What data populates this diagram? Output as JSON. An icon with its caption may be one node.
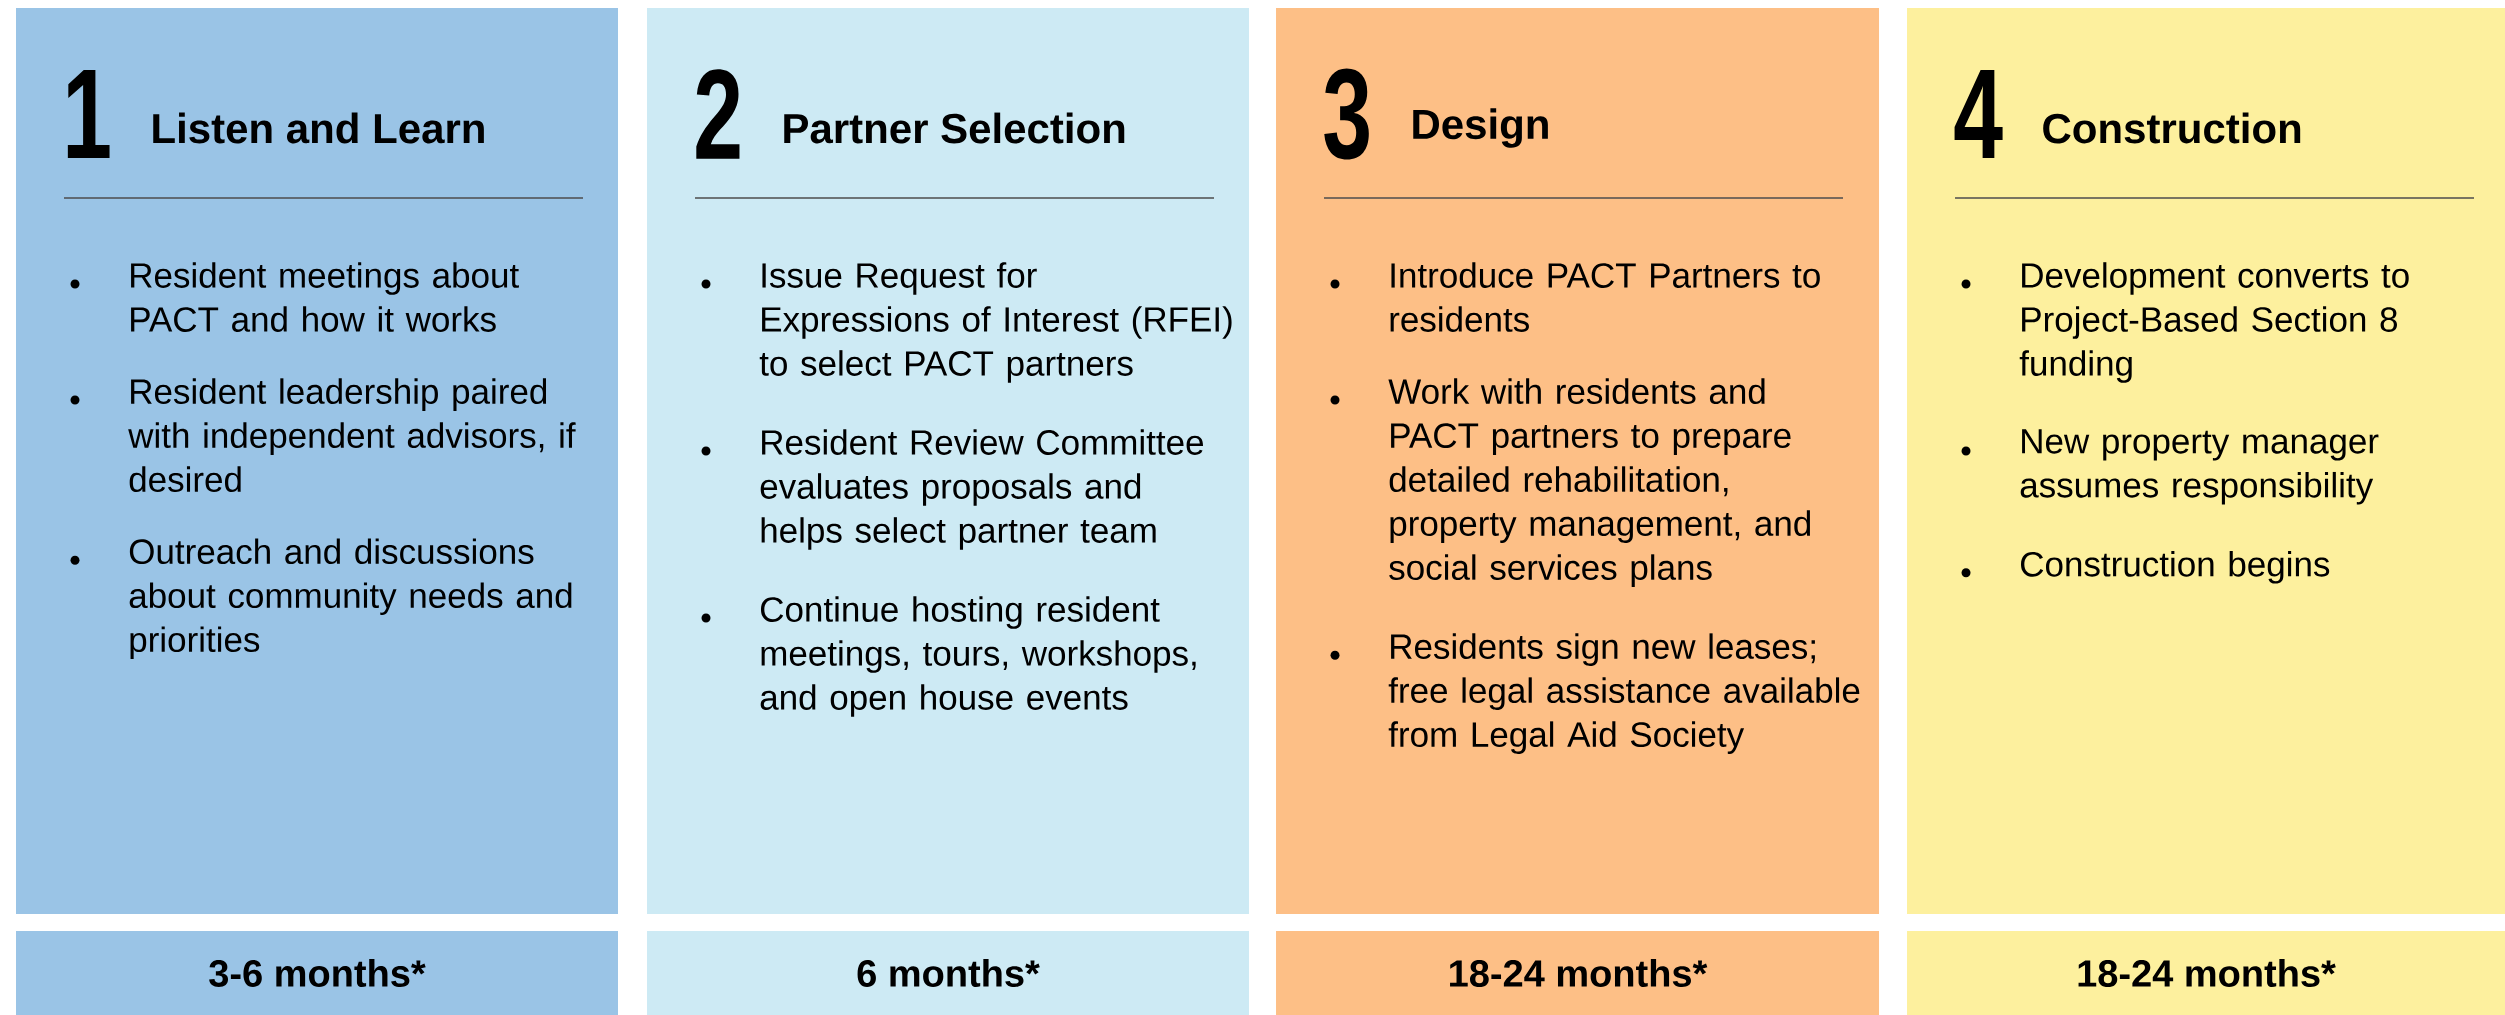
{
  "diagram": {
    "nodes": [
      {
        "text": [
          "1",
          "Listen and Learn",
          "Resident meetings about PACT and how it works",
          "Resident leadership paired with independent advisors, if desired",
          "Outreach and discussions about community needs and priorities"
        ]
      },
      {
        "text": [
          "2",
          "Partner Selection",
          "Issue Request for Expressions of Interest (RFEI) to select PACT partners",
          "Resident Review Committee evaluates proposals and helps select partner team",
          "Continue hosting resident meetings, tours, workshops, and open house events"
        ]
      },
      {
        "text": [
          "3",
          "Design",
          "Introduce PACT Partners to residents",
          "Work with residents and PACT partners to prepare detailed rehabilitation, property management, and social services plans",
          "Residents sign new leases; free legal assistance available from Legal Aid Society"
        ]
      },
      {
        "text": [
          "4",
          "Construction",
          "Development converts to Project-Based Section 8 funding",
          "New property manager assumes responsibility",
          "Construction begins"
        ]
      },
      {
        "text": [
          "3-6 months*"
        ]
      },
      {
        "text": [
          "6 months*"
        ]
      },
      {
        "text": [
          "18-24 months*"
        ]
      },
      {
        "text": [
          "18-24 months*"
        ]
      }
    ]
  }
}
